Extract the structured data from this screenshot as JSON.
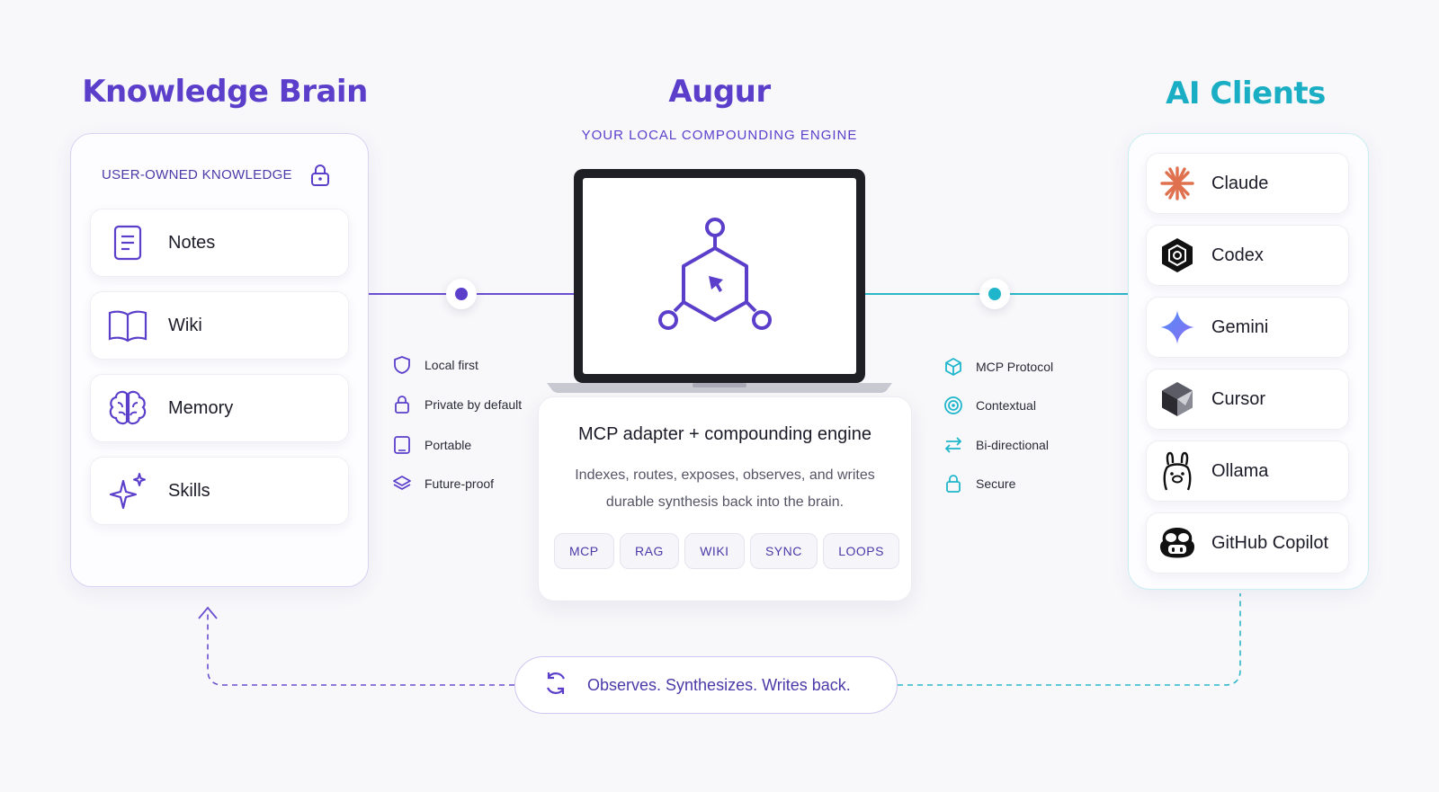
{
  "titles": {
    "knowledge_brain": "Knowledge Brain",
    "augur": "Augur",
    "augur_subtitle": "YOUR LOCAL COMPOUNDING ENGINE",
    "ai_clients": "AI Clients"
  },
  "knowledge_brain": {
    "label": "USER-OWNED KNOWLEDGE",
    "items": [
      {
        "label": "Notes",
        "icon": "notes-icon"
      },
      {
        "label": "Wiki",
        "icon": "book-icon"
      },
      {
        "label": "Memory",
        "icon": "brain-icon"
      },
      {
        "label": "Skills",
        "icon": "sparkles-icon"
      }
    ]
  },
  "left_features": [
    {
      "label": "Local first",
      "icon": "shield-icon"
    },
    {
      "label": "Private by default",
      "icon": "lock-icon"
    },
    {
      "label": "Portable",
      "icon": "tablet-icon"
    },
    {
      "label": "Future-proof",
      "icon": "layers-icon"
    }
  ],
  "right_features": [
    {
      "label": "MCP Protocol",
      "icon": "cube-icon"
    },
    {
      "label": "Contextual",
      "icon": "target-icon"
    },
    {
      "label": "Bi-directional",
      "icon": "arrows-icon"
    },
    {
      "label": "Secure",
      "icon": "lock-icon"
    }
  ],
  "engine": {
    "title": "MCP adapter + compounding engine",
    "description": "Indexes, routes, exposes, observes, and writes durable synthesis back into the brain.",
    "tags": [
      "MCP",
      "RAG",
      "WIKI",
      "SYNC",
      "LOOPS"
    ]
  },
  "ai_clients": [
    {
      "label": "Claude",
      "icon": "claude-icon"
    },
    {
      "label": "Codex",
      "icon": "codex-icon"
    },
    {
      "label": "Gemini",
      "icon": "gemini-icon"
    },
    {
      "label": "Cursor",
      "icon": "cursor-icon"
    },
    {
      "label": "Ollama",
      "icon": "ollama-icon"
    },
    {
      "label": "GitHub Copilot",
      "icon": "copilot-icon"
    }
  ],
  "loop": {
    "label": "Observes. Synthesizes. Writes back."
  },
  "colors": {
    "purple": "#5b3fcb",
    "teal": "#1aaec4",
    "claude": "#e0714f"
  }
}
